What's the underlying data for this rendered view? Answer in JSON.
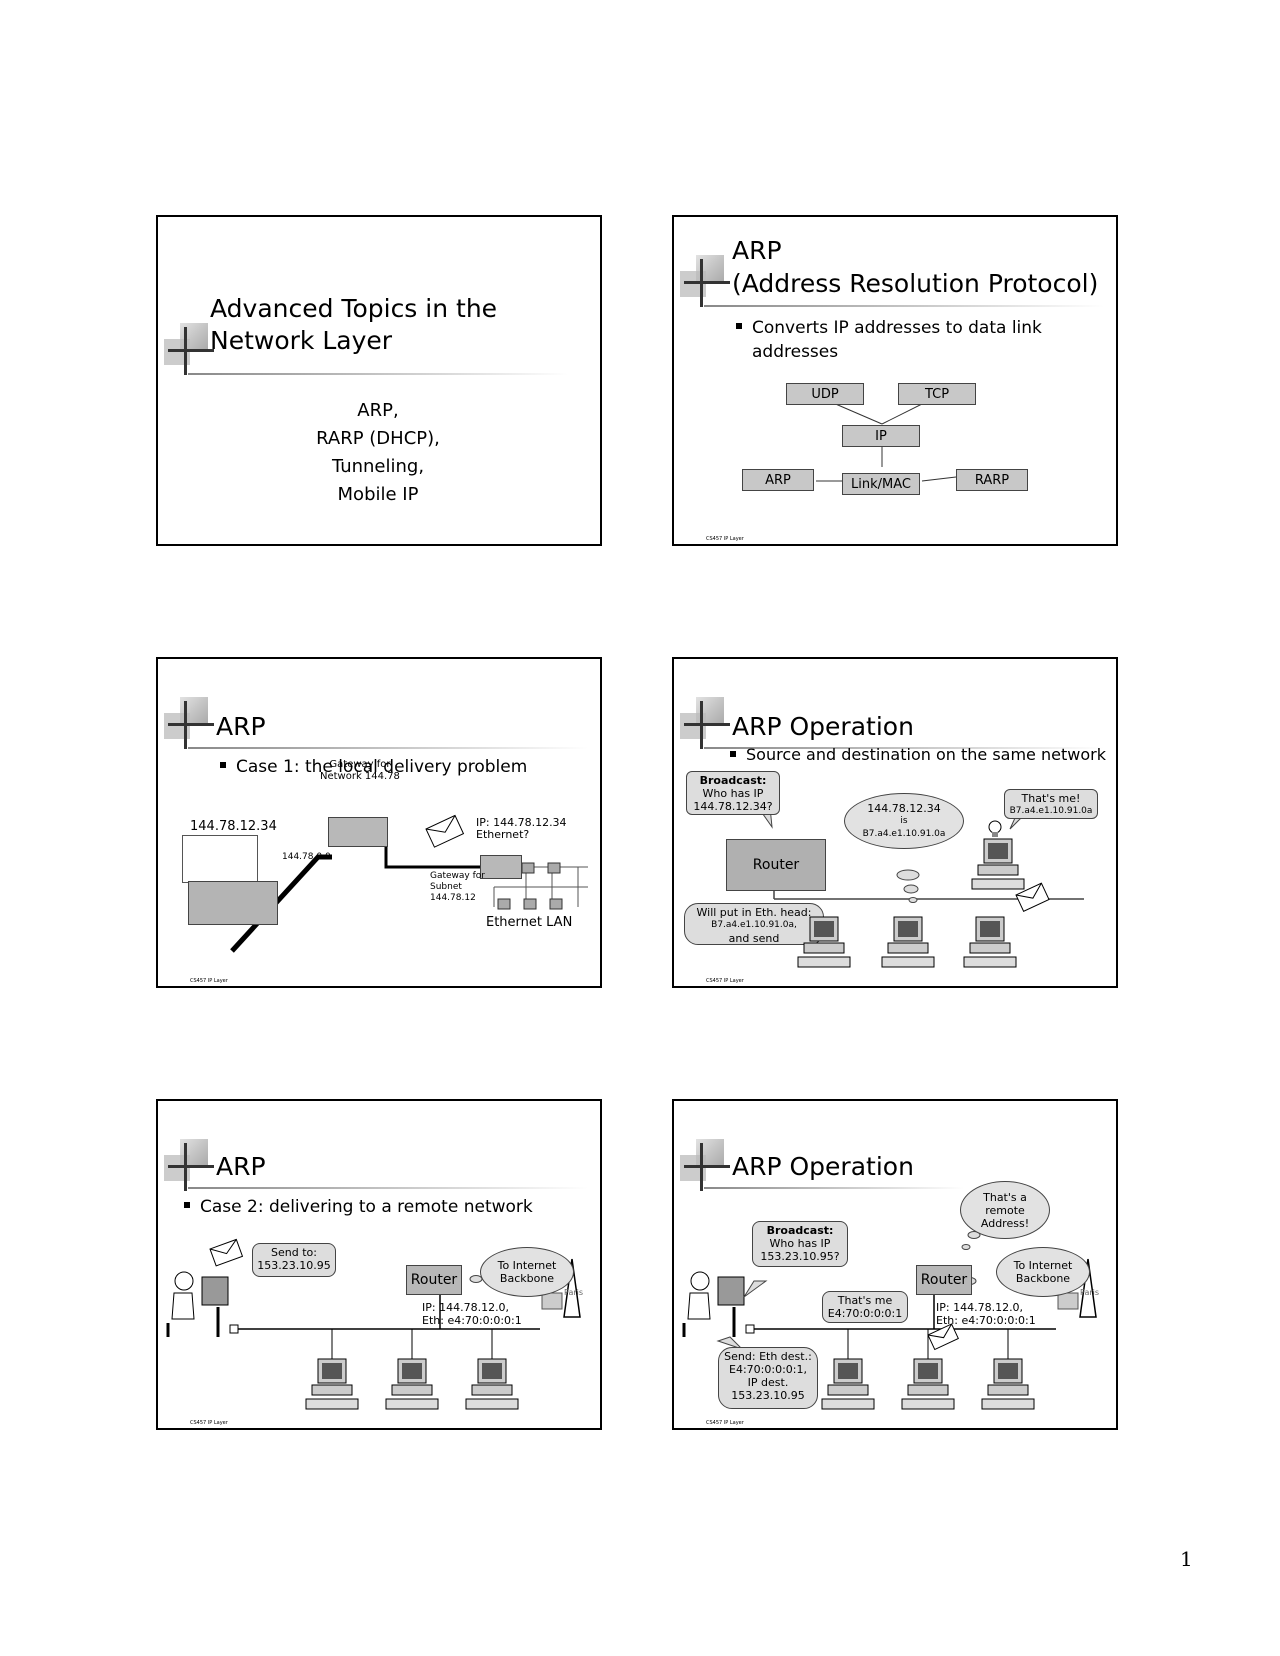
{
  "page_number": "1",
  "footer_text": "CS457 IP Layer",
  "slide1": {
    "title_line1": "Advanced Topics in the",
    "title_line2": "Network Layer",
    "sub": [
      "ARP,",
      "RARP (DHCP),",
      "Tunneling,",
      "Mobile IP"
    ]
  },
  "slide2": {
    "title_line1": "ARP",
    "title_line2": "(Address Resolution Protocol)",
    "bullet_line1": "Converts IP addresses to data link",
    "bullet_line2": "addresses",
    "boxes": {
      "udp": "UDP",
      "tcp": "TCP",
      "ip": "IP",
      "arp": "ARP",
      "linkmac": "Link/MAC",
      "rarp": "RARP"
    }
  },
  "slide3": {
    "title": "ARP",
    "bullet": "Case 1: the local delivery problem",
    "gateway_network": [
      "Gateway for",
      "Network 144.78"
    ],
    "host_ip": "144.78.12.34",
    "net_label": "144.78.0.0",
    "query": [
      "IP: 144.78.12.34",
      "Ethernet?"
    ],
    "gateway_subnet": [
      "Gateway for",
      "Subnet",
      "144.78.12"
    ],
    "lan_label": "Ethernet LAN"
  },
  "slide4": {
    "title": "ARP Operation",
    "bullet": "Source and destination on the same network",
    "broadcast_bold": "Broadcast:",
    "broadcast_text": [
      "Who has IP",
      "144.78.12.34?"
    ],
    "cloud": [
      "144.78.12.34",
      "is",
      "B7.a4.e1.10.91.0a"
    ],
    "thats_me": [
      "That's me!",
      "B7.a4.e1.10.91.0a"
    ],
    "router": "Router",
    "will_put": [
      "Will put in Eth. head:",
      "B7.a4.e1.10.91.0a,",
      "and send"
    ]
  },
  "slide5": {
    "title": "ARP",
    "bullet": "Case 2: delivering to a remote network",
    "send_to": [
      "Send to:",
      "153.23.10.95"
    ],
    "router": "Router",
    "internet": [
      "To Internet",
      "Backbone"
    ],
    "router_addr": [
      "IP: 144.78.12.0,",
      "Eth: e4:70:0:0:0:1"
    ],
    "paris": "Paris"
  },
  "slide6": {
    "title": "ARP Operation",
    "remote_cloud": [
      "That's a",
      "remote",
      "Address!"
    ],
    "broadcast_bold": "Broadcast:",
    "broadcast_text": [
      "Who has IP",
      "153.23.10.95?"
    ],
    "router": "Router",
    "internet": [
      "To Internet",
      "Backbone"
    ],
    "thats_me": [
      "That's me",
      "E4:70:0:0:0:1"
    ],
    "router_addr": [
      "IP: 144.78.12.0,",
      "Eth: e4:70:0:0:0:1"
    ],
    "send": [
      "Send: Eth dest.:",
      "E4:70:0:0:0:1,",
      "IP dest.",
      "153.23.10.95"
    ],
    "paris": "Paris"
  }
}
